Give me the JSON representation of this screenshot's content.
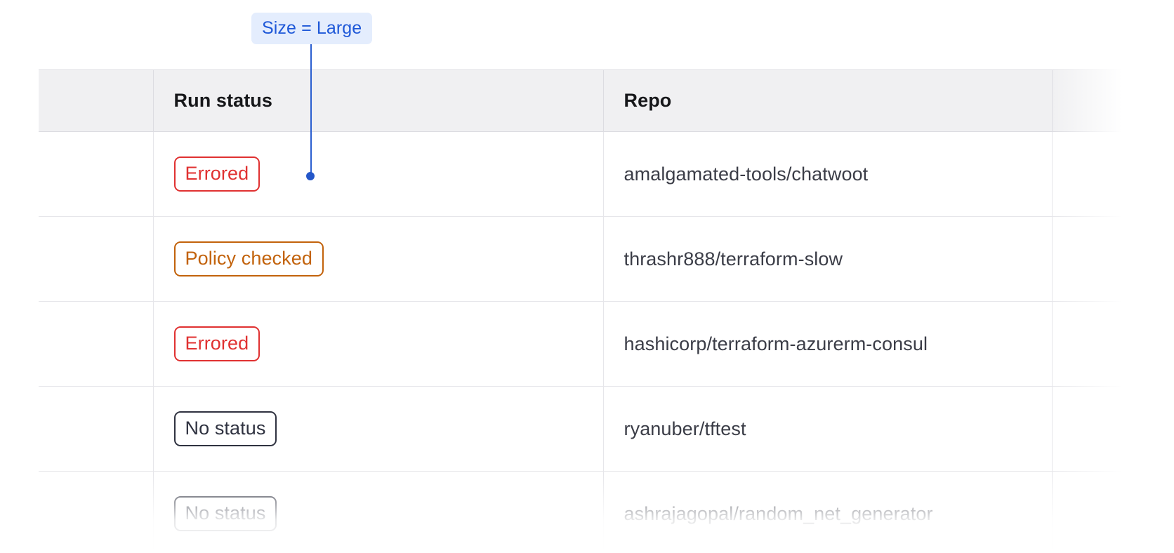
{
  "annotation": {
    "label": "Size = Large",
    "accent_color": "#1e58d8",
    "chip_bg": "#e4edfd",
    "line_color": "#2b5fd0"
  },
  "table": {
    "columns": [
      {
        "key": "select",
        "label": ""
      },
      {
        "key": "run_status",
        "label": "Run status"
      },
      {
        "key": "repo",
        "label": "Repo"
      },
      {
        "key": "overflow",
        "label": ""
      }
    ],
    "rows": [
      {
        "run_status": "Errored",
        "status_variant": "errored",
        "repo": "amalgamated-tools/chatwoot"
      },
      {
        "run_status": "Policy checked",
        "status_variant": "policy",
        "repo": "thrashr888/terraform-slow"
      },
      {
        "run_status": "Errored",
        "status_variant": "errored",
        "repo": "hashicorp/terraform-azurerm-consul"
      },
      {
        "run_status": "No status",
        "status_variant": "none",
        "repo": "ryanuber/tftest"
      },
      {
        "run_status": "No status",
        "status_variant": "none",
        "repo": "ashrajagopal/random_net_generator"
      }
    ],
    "status_colors": {
      "errored": "#e03131",
      "policy": "#c2620b",
      "none": "#2f3240"
    },
    "header_bg": "#f0f0f2",
    "border_color": "#dcdce1",
    "row_border_color": "#e6e6ea"
  }
}
